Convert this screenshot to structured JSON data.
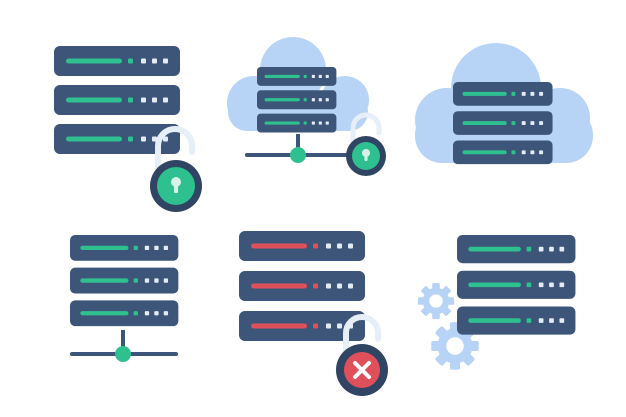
{
  "colors": {
    "server_body": "#3C5578",
    "server_shadow": "#2F4563",
    "accent_green": "#2EC08F",
    "accent_red": "#E0505B",
    "led_white": "#E4EBF4",
    "cloud": "#B7D3F5",
    "gear": "#B7D3F5",
    "lock_shackle": "#E6EEF8",
    "lock_keyhole": "#D9F2E8",
    "error_x": "#FFFFFF"
  },
  "icons": [
    {
      "name": "server-rack-padlock-icon",
      "status": "secured",
      "units": 3
    },
    {
      "name": "cloud-server-network-padlock-icon",
      "status": "secured",
      "units": 3
    },
    {
      "name": "cloud-server-icon",
      "status": "online",
      "units": 3
    },
    {
      "name": "server-rack-network-icon",
      "status": "online",
      "units": 3
    },
    {
      "name": "server-rack-error-padlock-icon",
      "status": "error",
      "units": 3
    },
    {
      "name": "server-rack-gears-icon",
      "status": "settings",
      "units": 3
    }
  ]
}
